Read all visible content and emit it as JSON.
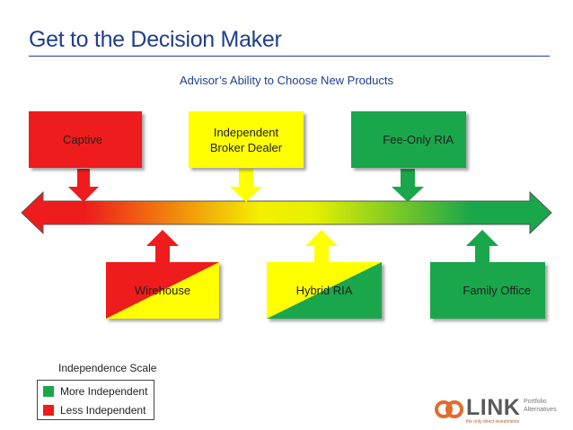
{
  "header": {
    "title": "Get to the Decision Maker",
    "subtitle": "Advisor’s Ability to Choose New Products"
  },
  "colors": {
    "title": "#1f3f8f",
    "red": "#ee1c1c",
    "yellow": "#ffff00",
    "green": "#1aa64a",
    "logo_orange": "#e36c2a"
  },
  "top_boxes": [
    {
      "label": "Captive",
      "color": "red"
    },
    {
      "label_line1": "Independent",
      "label_line2": "Broker Dealer",
      "color": "yellow"
    },
    {
      "label": "Fee-Only RIA",
      "color": "green"
    }
  ],
  "bottom_boxes": [
    {
      "label": "Wirehouse",
      "color": "red-yellow split"
    },
    {
      "label": "Hybrid RIA",
      "color": "yellow-green split"
    },
    {
      "label": "Family Office",
      "color": "green"
    }
  ],
  "scale_bar": {
    "gradient": [
      "#ee1c1c",
      "#ffff00",
      "#1aa64a"
    ]
  },
  "legend": {
    "title": "Independence Scale",
    "items": [
      {
        "label": "More Independent",
        "color": "#1aa64a"
      },
      {
        "label": "Less Independent",
        "color": "#ee1c1c"
      }
    ]
  },
  "logo": {
    "word": "LINK",
    "line1": "Portfolio",
    "line2": "Alternatives",
    "tagline": "the only direct investments"
  }
}
